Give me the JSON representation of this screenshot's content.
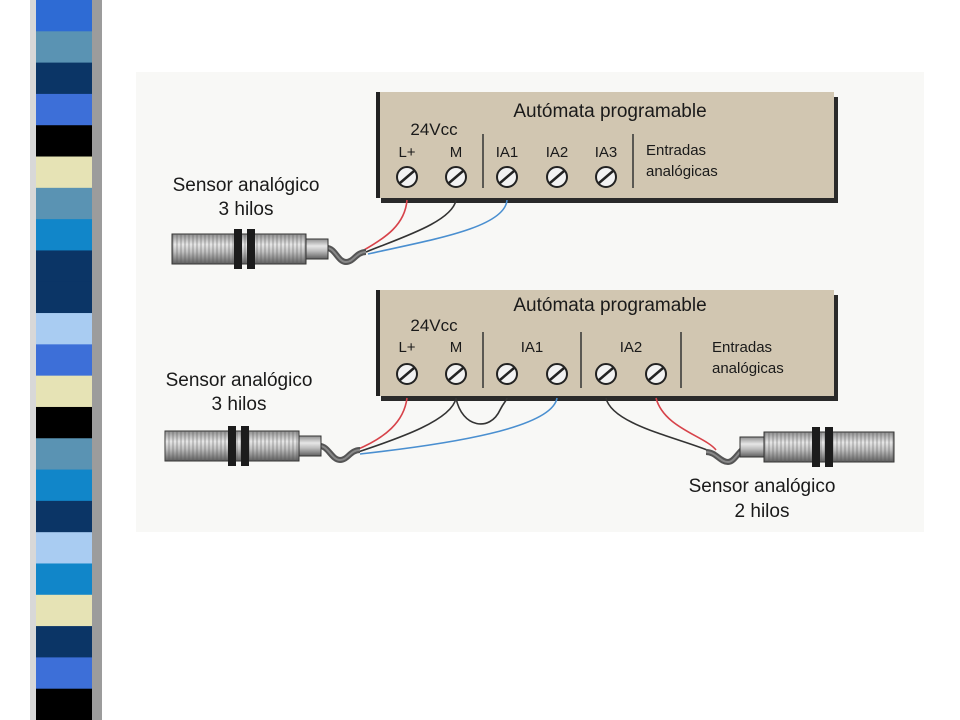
{
  "decor": {
    "stripe_colors": [
      "#2E6BD4",
      "#5A93B3",
      "#0B3566",
      "#3D6FD8",
      "#000000",
      "#E6E3B5",
      "#5A93B3",
      "#1186C9",
      "#0B3566",
      "#0B3566",
      "#A9CCF2",
      "#3D6FD8",
      "#E6E3B5",
      "#000000",
      "#5A93B3",
      "#1186C9",
      "#0B3566",
      "#A9CCF2",
      "#1186C9",
      "#E6E3B5",
      "#0B3566",
      "#3D6FD8",
      "#000000"
    ],
    "panel_color": "#F8F8F6",
    "plc_color": "#D1C6B1"
  },
  "plc_top": {
    "title": "Autómata programable",
    "supply": "24Vcc",
    "terminals": [
      "L+",
      "M",
      "IA1",
      "IA2",
      "IA3"
    ],
    "inputs_line1": "Entradas",
    "inputs_line2": "analógicas"
  },
  "plc_bottom": {
    "title": "Autómata programable",
    "supply": "24Vcc",
    "terminals": [
      "L+",
      "M",
      "IA1",
      "IA2"
    ],
    "inputs_line1": "Entradas",
    "inputs_line2": "analógicas"
  },
  "sensors": {
    "top_left": {
      "line1": "Sensor analógico",
      "line2": "3 hilos"
    },
    "bottom_left": {
      "line1": "Sensor analógico",
      "line2": "3 hilos"
    },
    "bottom_right": {
      "line1": "Sensor analógico",
      "line2": "2 hilos"
    }
  },
  "wire_colors": {
    "red": "#D7434A",
    "black": "#333333",
    "blue": "#4A8FD0"
  }
}
